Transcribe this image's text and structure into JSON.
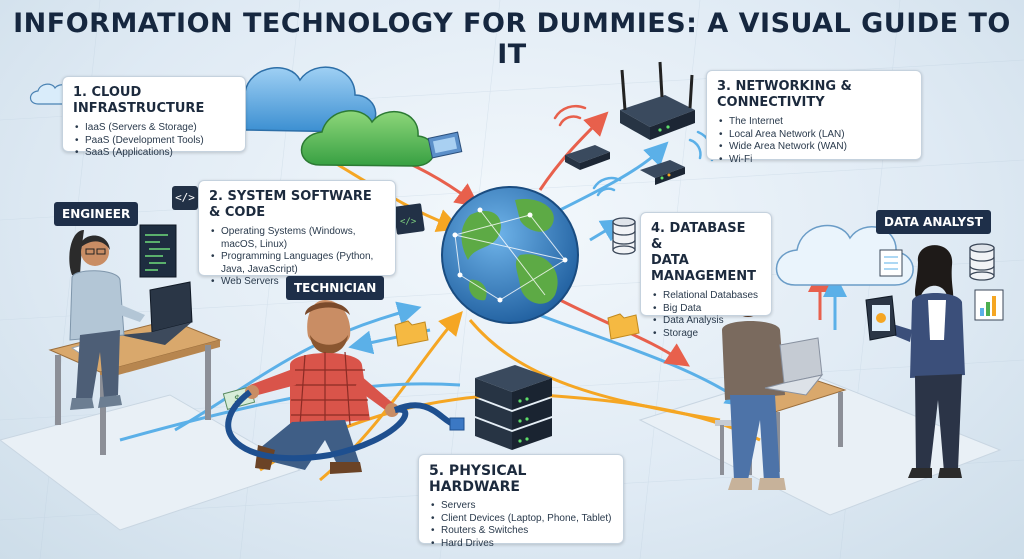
{
  "title": "INFORMATION TECHNOLOGY FOR DUMMIES: A VISUAL GUIDE TO IT",
  "panels": {
    "cloud": {
      "heading": "1. CLOUD INFRASTRUCTURE",
      "items": [
        "IaaS (Servers & Storage)",
        "PaaS (Development Tools)",
        "SaaS (Applications)"
      ]
    },
    "software": {
      "heading": "2. SYSTEM SOFTWARE & CODE",
      "items": [
        "Operating Systems (Windows, macOS, Linux)",
        "Programming Languages (Python, Java, JavaScript)",
        "Web Servers"
      ]
    },
    "networking": {
      "heading": "3. NETWORKING & CONNECTIVITY",
      "items": [
        "The Internet",
        "Local Area Network (LAN)",
        "Wide Area Network (WAN)",
        "Wi-Fi"
      ]
    },
    "database": {
      "heading_line1": "4. DATABASE &",
      "heading_line2": "DATA MANAGEMENT",
      "items": [
        "Relational Databases",
        "Big Data",
        "Data Analysis",
        "Storage"
      ]
    },
    "hardware": {
      "heading": "5. PHYSICAL HARDWARE",
      "items": [
        "Servers",
        "Client Devices (Laptop, Phone, Tablet)",
        "Routers & Switches",
        "Hard Drives"
      ]
    }
  },
  "roles": {
    "engineer": "ENGINEER",
    "technician": "TECHNICIAN",
    "analyst": "DATA ANALYST"
  },
  "icons": {
    "code": "</>"
  },
  "colors": {
    "title": "#16273f",
    "role_badge": "#1e2f49",
    "cloud_blue": "#4a9ad8",
    "cloud_green": "#4caf50",
    "globe_ocean": "#2f7ec7",
    "globe_land": "#5daa45",
    "flow_orange": "#f5a623",
    "flow_blue": "#5bb0e8",
    "flow_red": "#e8604c"
  }
}
